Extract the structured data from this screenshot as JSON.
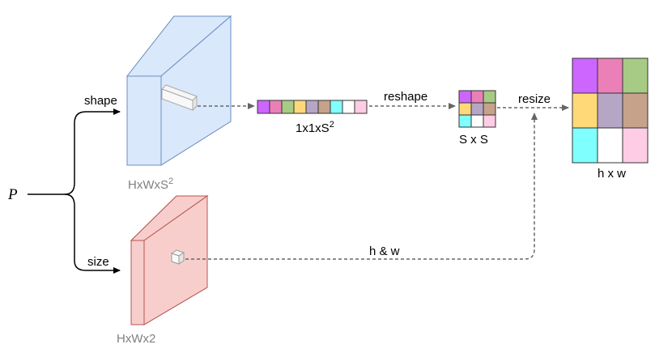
{
  "input_label": "P",
  "branches": {
    "shape": "shape",
    "size": "size"
  },
  "tensors": {
    "shape_tensor": {
      "label_base": "HxWxS",
      "label_sup": "2",
      "color": "#dae8fc",
      "stroke": "#6c8ebf"
    },
    "size_tensor": {
      "label": "HxWx2",
      "color": "#f8cecc",
      "stroke": "#b85450"
    }
  },
  "vector": {
    "label_base": "1x1xS",
    "label_sup": "2"
  },
  "grid_small": {
    "label": "S x S"
  },
  "grid_large": {
    "label": "h x w"
  },
  "edges": {
    "reshape": "reshape",
    "resize": "resize",
    "hw": "h & w"
  },
  "cell_colors": [
    "#cc66ff",
    "#ea80b7",
    "#a7cb84",
    "#ffd978",
    "#b6a6c6",
    "#c7a28a",
    "#80ffff",
    "#ffffff",
    "#ffcce6"
  ]
}
